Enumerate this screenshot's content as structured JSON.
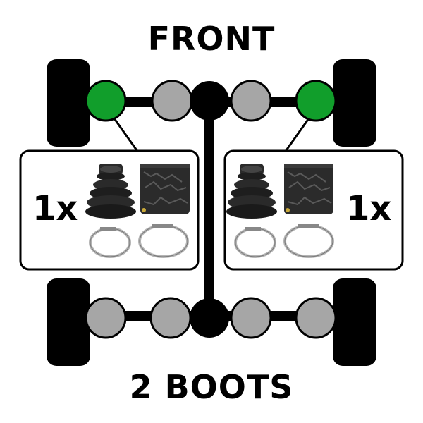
{
  "header": {
    "title": "FRONT"
  },
  "footer": {
    "title": "2 BOOTS"
  },
  "kits": [
    {
      "side": "left",
      "quantity": "1x"
    },
    {
      "side": "right",
      "quantity": "1x"
    }
  ],
  "colors": {
    "highlight_joint": "#119e2b",
    "joint": "#a6a6a6",
    "differential": "#000000",
    "wheel": "#000000",
    "shaft": "#000000",
    "background": "#ffffff"
  },
  "legend": {
    "highlight_meaning": "green joints indicate boot position",
    "icons": [
      "cv-boot-icon",
      "grease-packet-icon",
      "clamp-small-icon",
      "clamp-large-icon"
    ]
  }
}
